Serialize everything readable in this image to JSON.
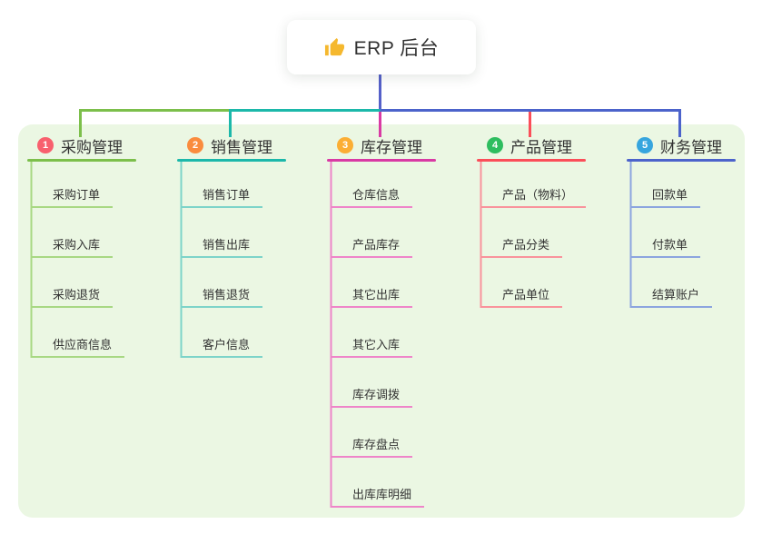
{
  "root": {
    "label": "ERP 后台",
    "icon": "thumbs-up-icon",
    "icon_color": "#f5b82e"
  },
  "branches": [
    {
      "index": "1",
      "label": "采购管理",
      "badge_color": "#f8606e",
      "line_color": "#7cbf4b",
      "child_line_color": "#a8d883",
      "children": [
        "采购订单",
        "采购入库",
        "采购退货",
        "供应商信息"
      ]
    },
    {
      "index": "2",
      "label": "销售管理",
      "badge_color": "#fa8c3e",
      "line_color": "#1cb8aa",
      "child_line_color": "#7dd4c9",
      "children": [
        "销售订单",
        "销售出库",
        "销售退货",
        "客户信息"
      ]
    },
    {
      "index": "3",
      "label": "库存管理",
      "badge_color": "#fbae34",
      "line_color": "#d93aa4",
      "child_line_color": "#ee85c9",
      "children": [
        "仓库信息",
        "产品库存",
        "其它出库",
        "其它入库",
        "库存调拨",
        "库存盘点",
        "出库库明细"
      ]
    },
    {
      "index": "4",
      "label": "产品管理",
      "badge_color": "#2ebd5f",
      "line_color": "#fb4e59",
      "child_line_color": "#f9939c",
      "children": [
        "产品（物料）",
        "产品分类",
        "产品单位"
      ]
    },
    {
      "index": "5",
      "label": "财务管理",
      "badge_color": "#36a5de",
      "line_color": "#4c63cb",
      "child_line_color": "#8ca5df",
      "children": [
        "回款单",
        "付款单",
        "结算账户"
      ]
    }
  ],
  "colors": {
    "canvas_bg": "#ffffff",
    "panel_bg": "#ebf7e3",
    "root_line": "#5560c9",
    "text": "#333333"
  }
}
